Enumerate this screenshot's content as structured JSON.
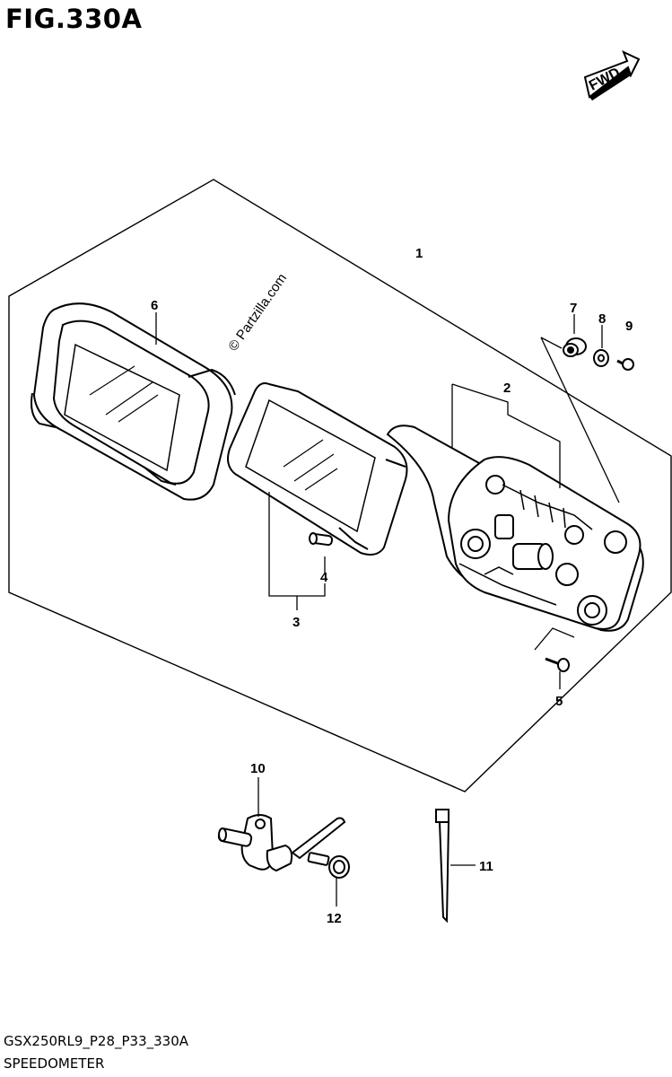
{
  "figure": {
    "title": "FIG.330A",
    "code": "GSX250RL9_P28_P33_330A",
    "name": "SPEEDOMETER",
    "watermark": "© Partzilla.com",
    "direction_marker": "FWD"
  },
  "callouts": {
    "c1": "1",
    "c2": "2",
    "c3": "3",
    "c4": "4",
    "c5": "5",
    "c6": "6",
    "c7": "7",
    "c8": "8",
    "c9": "9",
    "c10": "10",
    "c11": "11",
    "c12": "12"
  }
}
